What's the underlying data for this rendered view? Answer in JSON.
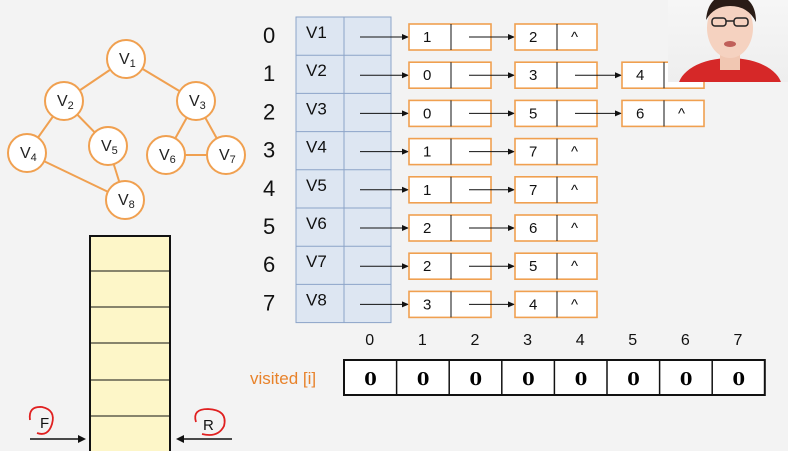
{
  "graph": {
    "nodes": [
      {
        "id": "v1",
        "base": "V",
        "sub": "1"
      },
      {
        "id": "v2",
        "base": "V",
        "sub": "2"
      },
      {
        "id": "v3",
        "base": "V",
        "sub": "3"
      },
      {
        "id": "v4",
        "base": "V",
        "sub": "4"
      },
      {
        "id": "v5",
        "base": "V",
        "sub": "5"
      },
      {
        "id": "v6",
        "base": "V",
        "sub": "6"
      },
      {
        "id": "v7",
        "base": "V",
        "sub": "7"
      },
      {
        "id": "v8",
        "base": "V",
        "sub": "8"
      }
    ],
    "edges": [
      [
        "v1",
        "v2"
      ],
      [
        "v1",
        "v3"
      ],
      [
        "v2",
        "v4"
      ],
      [
        "v2",
        "v5"
      ],
      [
        "v3",
        "v6"
      ],
      [
        "v3",
        "v7"
      ],
      [
        "v6",
        "v7"
      ],
      [
        "v4",
        "v8"
      ],
      [
        "v5",
        "v8"
      ]
    ]
  },
  "adjacency": {
    "indices": [
      "0",
      "1",
      "2",
      "3",
      "4",
      "5",
      "6",
      "7"
    ],
    "vertices": [
      "V1",
      "V2",
      "V3",
      "V4",
      "V5",
      "V6",
      "V7",
      "V8"
    ],
    "rows": [
      [
        "1",
        "2"
      ],
      [
        "0",
        "3",
        "4"
      ],
      [
        "0",
        "5",
        "6"
      ],
      [
        "1",
        "7"
      ],
      [
        "1",
        "7"
      ],
      [
        "2",
        "6"
      ],
      [
        "2",
        "5"
      ],
      [
        "3",
        "4"
      ]
    ],
    "null_mark": "^"
  },
  "visited": {
    "label": "visited [i]",
    "headers": [
      "0",
      "1",
      "2",
      "3",
      "4",
      "5",
      "6",
      "7"
    ],
    "values": [
      "0",
      "0",
      "0",
      "0",
      "0",
      "0",
      "0",
      "0"
    ]
  },
  "queue": {
    "front_label": "F",
    "rear_label": "R"
  },
  "colors": {
    "accent": "#f0a050",
    "vertex_fill": "#dde6f2",
    "vertex_stroke": "#8ca4c8",
    "queue_fill": "#fdf6c8",
    "hand_red": "#e02020",
    "label_orange": "#e8822a"
  }
}
